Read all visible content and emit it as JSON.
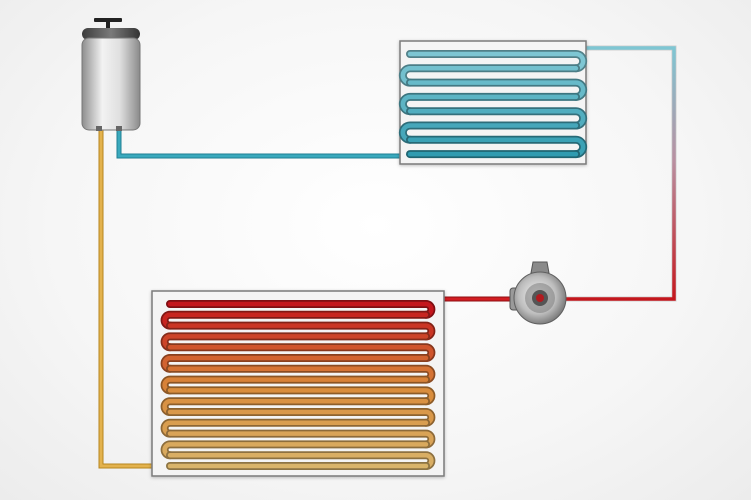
{
  "diagram": {
    "type": "refrigeration-cycle",
    "components": [
      {
        "id": "expansion-tank",
        "icon": "tank-icon"
      },
      {
        "id": "evaporator",
        "icon": "coil-icon",
        "coil_turns": 8
      },
      {
        "id": "compressor",
        "icon": "compressor-icon"
      },
      {
        "id": "condenser",
        "icon": "coil-icon",
        "coil_turns": 16
      }
    ],
    "colors": {
      "cold": "#2f9bb0",
      "cold_light": "#7ec6d3",
      "hot": "#c4161c",
      "warm": "#d98a3a",
      "lukewarm": "#d9b46a",
      "liquid_line": "#d6a13a",
      "panel_border": "#7a7a7a",
      "panel_fill": "#f4f4f4"
    }
  }
}
